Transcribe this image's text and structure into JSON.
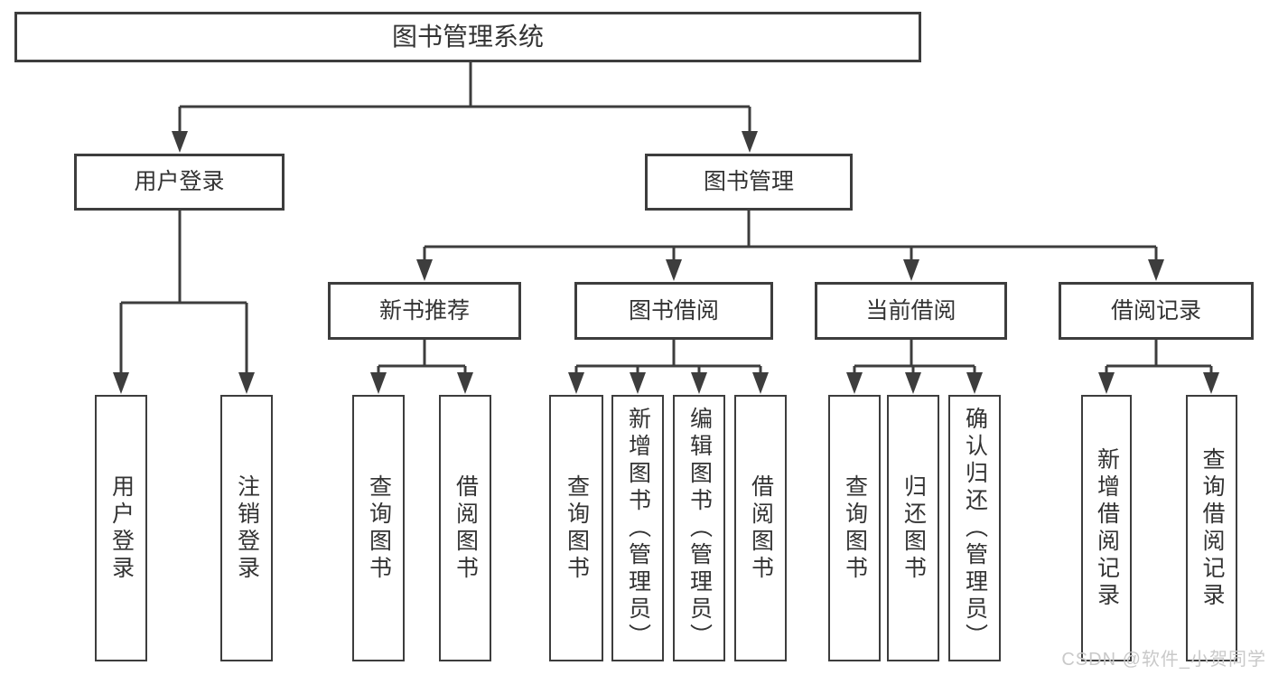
{
  "root": {
    "label": "图书管理系统"
  },
  "branches": {
    "user_login": {
      "label": "用户登录",
      "leaves": [
        {
          "label": "用户登录"
        },
        {
          "label": "注销登录"
        }
      ]
    },
    "book_mgmt": {
      "label": "图书管理",
      "groups": [
        {
          "label": "新书推荐",
          "leaves": [
            {
              "label": "查询图书"
            },
            {
              "label": "借阅图书"
            }
          ]
        },
        {
          "label": "图书借阅",
          "leaves": [
            {
              "label": "查询图书"
            },
            {
              "label": "新增图书（管理员）"
            },
            {
              "label": "编辑图书（管理员）"
            },
            {
              "label": "借阅图书"
            }
          ]
        },
        {
          "label": "当前借阅",
          "leaves": [
            {
              "label": "查询图书"
            },
            {
              "label": "归还图书"
            },
            {
              "label": "确认归还（管理员）"
            }
          ]
        },
        {
          "label": "借阅记录",
          "leaves": [
            {
              "label": "新增借阅记录"
            },
            {
              "label": "查询借阅记录"
            }
          ]
        }
      ]
    }
  },
  "watermark": {
    "text": "CSDN @软件_小贺同学"
  },
  "colors": {
    "line": "#3d3d3d",
    "text": "#333333",
    "watermark": "#c9c9c9",
    "background": "#ffffff"
  }
}
